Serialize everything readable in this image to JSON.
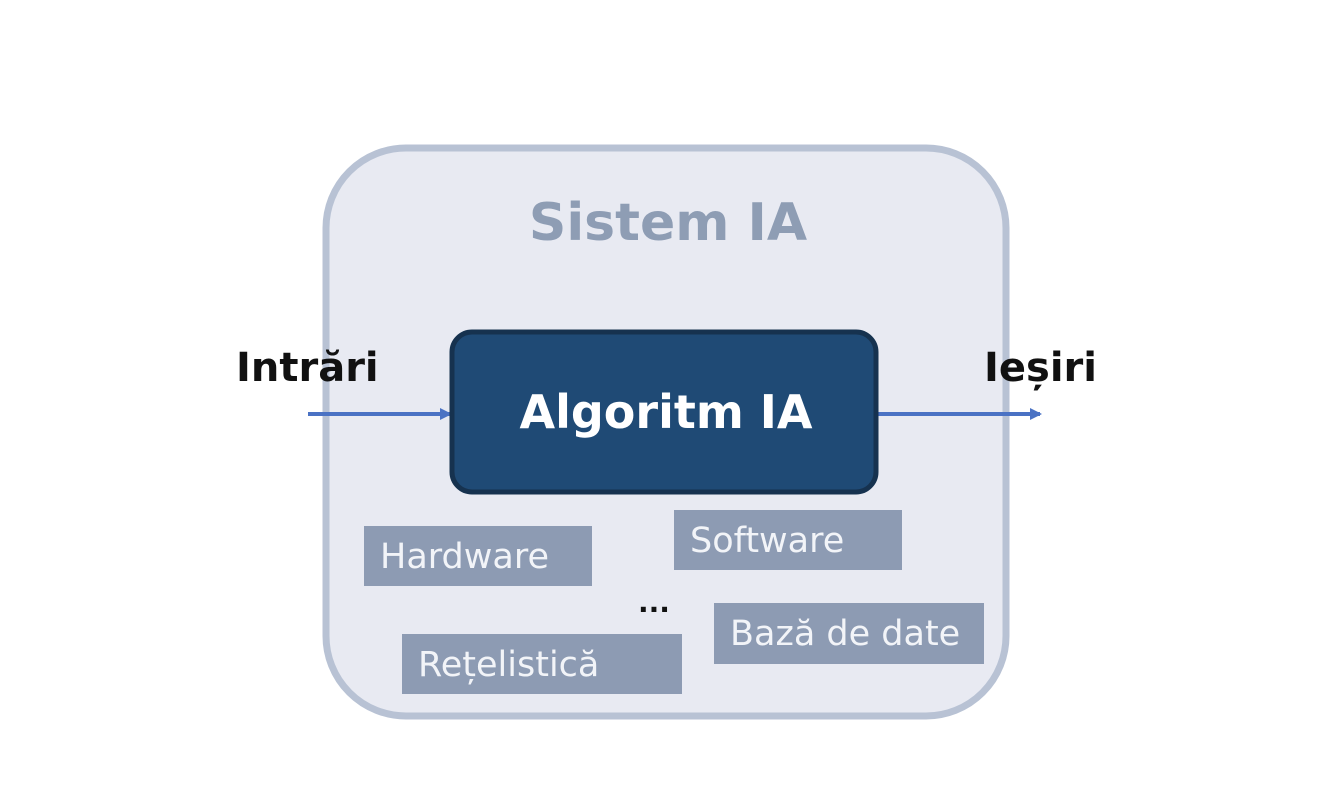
{
  "diagram": {
    "system_title": "Sistem IA",
    "algorithm_label": "Algoritm IA",
    "input_label": "Intrări",
    "output_label": "Ieșiri",
    "components": {
      "hardware": "Hardware",
      "software": "Software",
      "database": "Bază de date",
      "networking": "Rețelistică",
      "more": "..."
    }
  },
  "colors": {
    "system_fill": "#e8eaf2",
    "system_border": "#b8c2d4",
    "system_title": "#8e9db4",
    "algorithm_fill": "#1f4a75",
    "algorithm_border": "#16324f",
    "arrow": "#4a72c4",
    "component_fill": "#8d9bb3",
    "component_text": "#f2f4f8"
  }
}
